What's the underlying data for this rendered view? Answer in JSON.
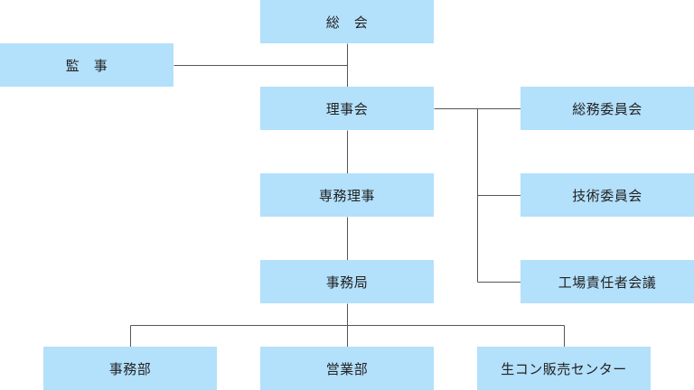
{
  "colors": {
    "box_fill": "#b3e0fb",
    "line": "#555555",
    "text": "#222222"
  },
  "nodes": {
    "general_meeting": "総　会",
    "auditor": "監　事",
    "board": "理事会",
    "general_affairs_committee": "総務委員会",
    "technical_committee": "技術委員会",
    "managing_director": "専務理事",
    "factory_managers_meeting": "工場責任者会議",
    "secretariat": "事務局",
    "admin_department": "事務部",
    "sales_department": "営業部",
    "ready_mix_sales_center": "生コン販売センター"
  }
}
